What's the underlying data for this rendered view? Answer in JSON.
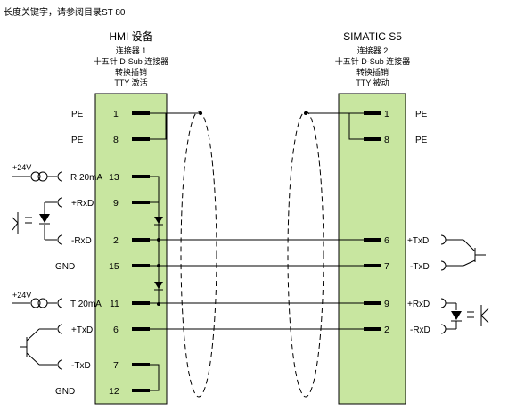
{
  "header_note": "长度关键字，请参阅目录ST 80",
  "left_connector": {
    "device": "HMI 设备",
    "line1": "连接器 1",
    "line2": "十五针 D-Sub 连接器",
    "line3": "转换插销",
    "line4": "TTY 激活"
  },
  "right_connector": {
    "device": "SIMATIC S5",
    "line1": "连接器 2",
    "line2": "十五针 D-Sub 连接器",
    "line3": "转换插销",
    "line4": "TTY 被动"
  },
  "left_pins": [
    {
      "num": "1",
      "label": "PE"
    },
    {
      "num": "8",
      "label": "PE"
    },
    {
      "num": "13",
      "label": "R 20mA"
    },
    {
      "num": "9",
      "label": "+RxD"
    },
    {
      "num": "2",
      "label": "-RxD"
    },
    {
      "num": "15",
      "label": "GND"
    },
    {
      "num": "11",
      "label": "T 20mA"
    },
    {
      "num": "6",
      "label": "+TxD"
    },
    {
      "num": "7",
      "label": "-TxD"
    },
    {
      "num": "12",
      "label": "GND"
    }
  ],
  "right_pins": [
    {
      "num": "1",
      "label": "PE"
    },
    {
      "num": "8",
      "label": "PE"
    },
    {
      "num": "6",
      "label": "+TxD"
    },
    {
      "num": "7",
      "label": "-TxD"
    },
    {
      "num": "9",
      "label": "+RxD"
    },
    {
      "num": "2",
      "label": "-RxD"
    }
  ],
  "supply_label": "+24V",
  "colors": {
    "connector_fill": "#c8e6a0",
    "line": "#000000"
  }
}
